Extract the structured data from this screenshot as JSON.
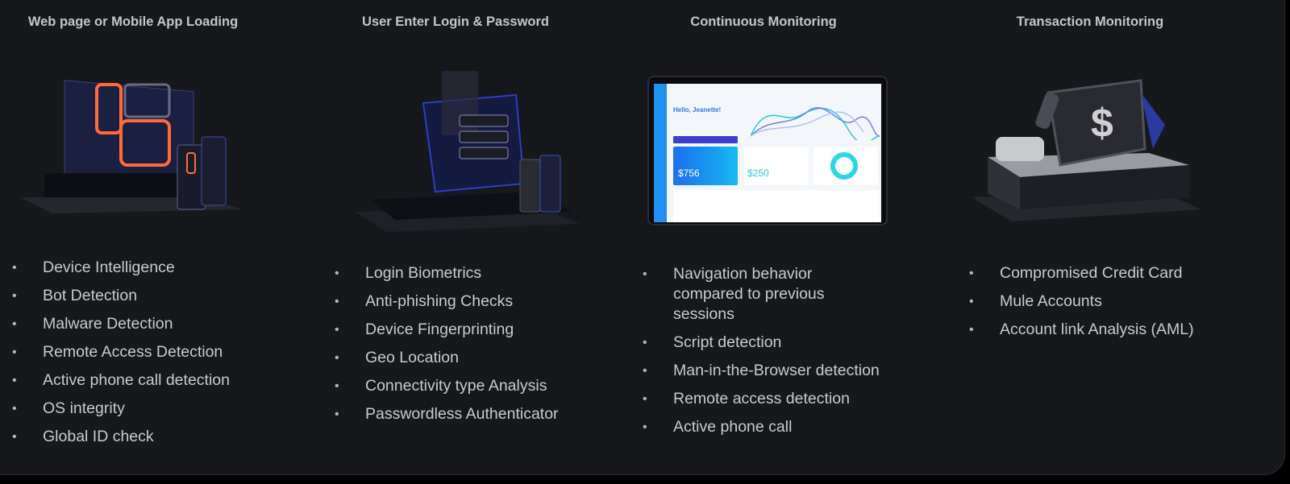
{
  "columns": [
    {
      "heading": "Web page or Mobile App Loading",
      "icon": "devices-illustration",
      "items": [
        "Device Intelligence",
        "Bot Detection",
        "Malware Detection",
        "Remote Access Detection",
        "Active phone call detection",
        "OS integrity",
        "Global ID check"
      ]
    },
    {
      "heading": "User Enter Login & Password",
      "icon": "laptop-login-illustration",
      "items": [
        "Login Biometrics",
        "Anti-phishing Checks",
        "Device Fingerprinting",
        "Geo Location",
        "Connectivity type Analysis",
        "Passwordless Authenticator"
      ]
    },
    {
      "heading": "Continuous Monitoring",
      "icon": "dashboard-screenshot",
      "items": [
        "Navigation behavior compared to previous sessions",
        "Script detection",
        "Man-in-the-Browser detection",
        "Remote access detection",
        "Active phone call"
      ]
    },
    {
      "heading": "Transaction Monitoring",
      "icon": "pos-terminal-illustration",
      "items": [
        "Compromised Credit Card",
        "Mule Accounts",
        "Account link Analysis (AML)"
      ]
    }
  ],
  "dashboard": {
    "greeting": "Hello, Jeanette!",
    "balance": "$756",
    "payment": "$250"
  },
  "colors": {
    "background": "#17181c",
    "text": "#c9cacd",
    "accent_orange": "#ff6a3d",
    "accent_blue": "#2a55ff"
  }
}
